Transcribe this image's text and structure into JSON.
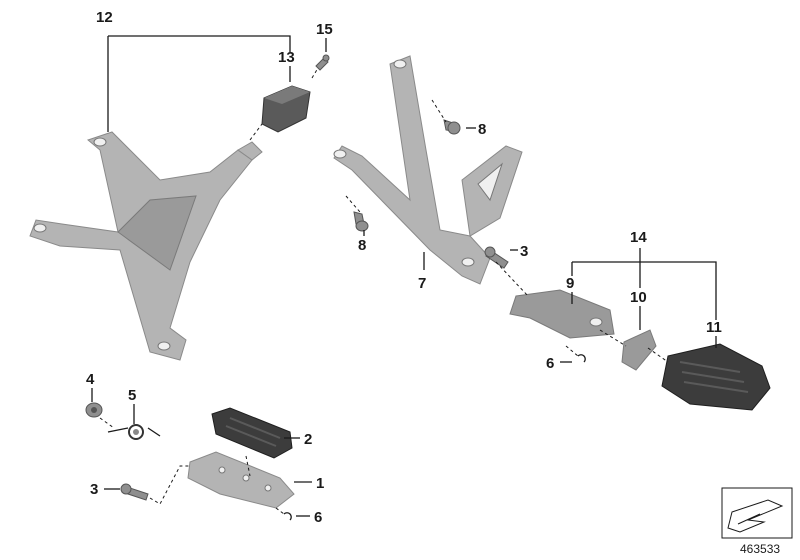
{
  "callouts": {
    "c1": "1",
    "c2": "2",
    "c3a": "3",
    "c3b": "3",
    "c4": "4",
    "c5": "5",
    "c6a": "6",
    "c6b": "6",
    "c7": "7",
    "c8a": "8",
    "c8b": "8",
    "c9": "9",
    "c10": "10",
    "c11": "11",
    "c12": "12",
    "c13": "13",
    "c14": "14",
    "c15": "15"
  },
  "part_number": "463533"
}
